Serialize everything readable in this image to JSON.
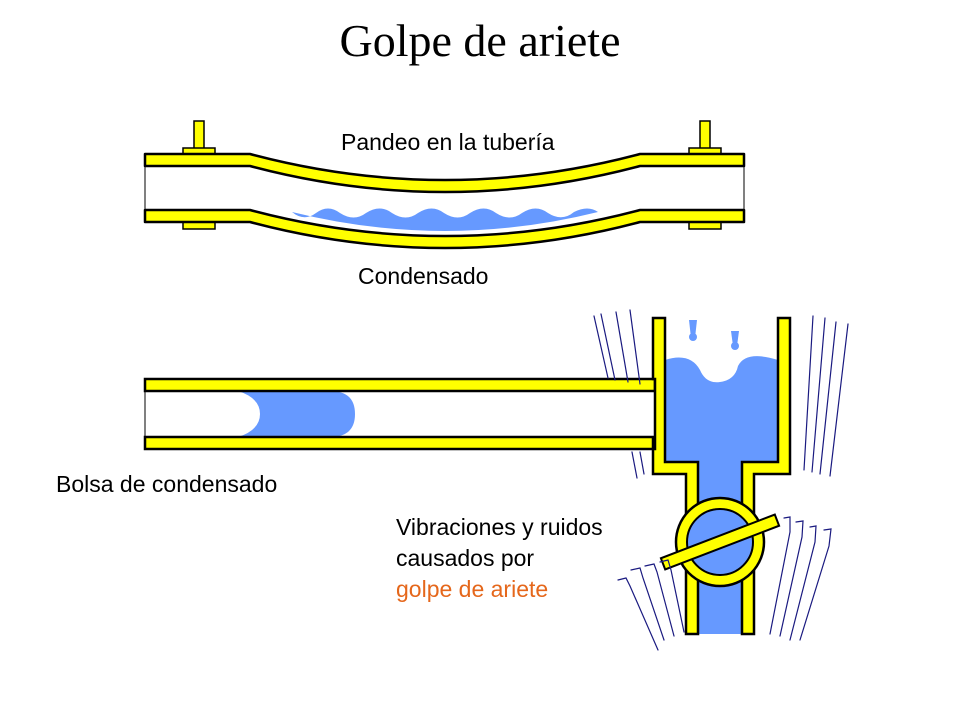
{
  "title": "Golpe de ariete",
  "labels": {
    "pandeo": "Pandeo en la tubería",
    "condensado": "Condensado",
    "bolsa": "Bolsa de condensado",
    "vibraciones_line1": "Vibraciones y ruidos",
    "vibraciones_line2": "causados por",
    "vibraciones_line3": "golpe de ariete"
  },
  "colors": {
    "pipe": "#ffff00",
    "outline": "#000000",
    "water": "#6699ff",
    "accent": "#e5671b",
    "vibration_lines": "#1a1a80"
  }
}
